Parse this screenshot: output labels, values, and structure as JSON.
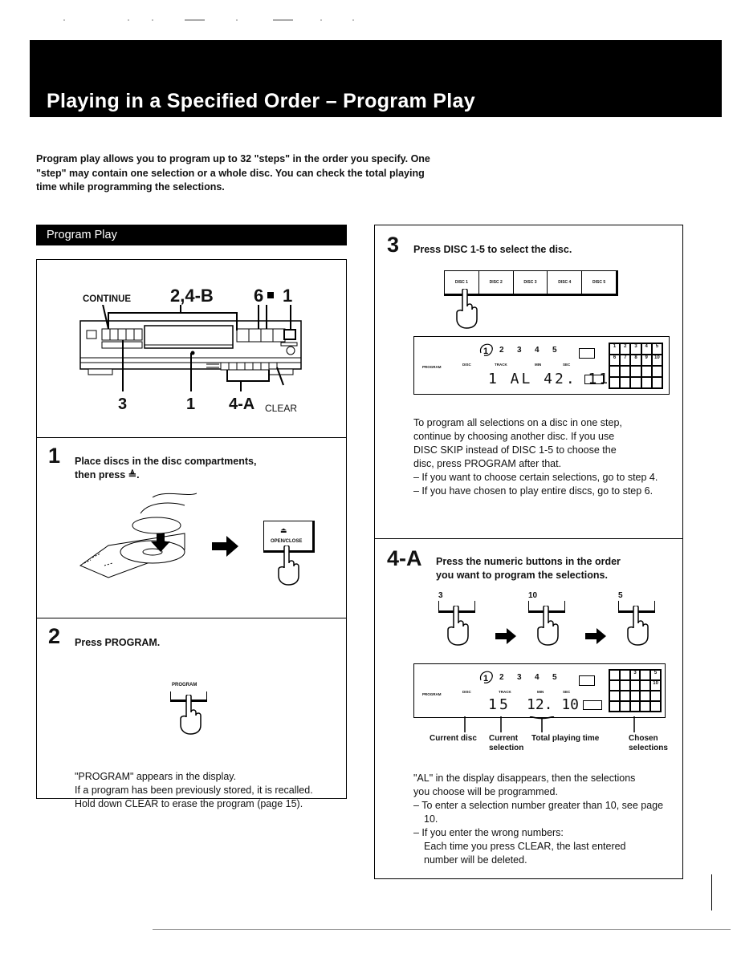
{
  "page": {
    "title": "Playing in a Specified Order – Program Play",
    "intro": [
      "Program play allows you to program up to 32 \"steps\" in the order you specify. One",
      "\"step\" may contain one selection or a whole disc. You can check the total playing",
      "time while programming the selections."
    ]
  },
  "section": {
    "title": "Program Play"
  },
  "player_figure": {
    "callouts": {
      "continue": "CONTINUE",
      "two_four_b": "2,4-B",
      "six": "6",
      "one_top": "1",
      "three": "3",
      "one_bottom": "1",
      "four_a": "4-A",
      "clear": "CLEAR"
    }
  },
  "step1": {
    "number": "1",
    "instruction_line1": "Place discs in the disc compartments,",
    "instruction_line2": "then press ≜.",
    "button_label": "OPEN/CLOSE"
  },
  "step2": {
    "number": "2",
    "instruction": "Press PROGRAM.",
    "button_label": "PROGRAM",
    "notes": [
      "\"PROGRAM\" appears in the display.",
      "If a program has been previously stored, it is recalled.",
      "Hold down CLEAR to erase the program (page 15)."
    ]
  },
  "step3": {
    "number": "3",
    "instruction": "Press DISC 1-5 to select the disc.",
    "disc_buttons": [
      "DISC 1",
      "DISC 2",
      "DISC 3",
      "DISC 4",
      "DISC 5"
    ],
    "display": {
      "disc_numbers": [
        "2",
        "3",
        "4",
        "5"
      ],
      "labels": [
        "PROGRAM",
        "DISC",
        "TRACK",
        "MIN",
        "SEC"
      ],
      "readout": "1 AL 42. 11",
      "grid": [
        "1",
        "2",
        "3",
        "4",
        "5",
        "6",
        "7",
        "8",
        "9",
        "10"
      ]
    },
    "notes": [
      "To program all selections on a disc in one step,",
      "continue by choosing another disc. If you use",
      "DISC SKIP instead of DISC 1-5 to choose the",
      "disc, press PROGRAM after that."
    ],
    "bullets": [
      "– If you want to choose certain selections, go to step 4.",
      "– If you have chosen to play entire discs, go to step 6."
    ]
  },
  "step4a": {
    "number": "4-A",
    "instruction_line1": "Press the numeric buttons in the order",
    "instruction_line2": "you want to program the selections.",
    "button_numbers": [
      "3",
      "10",
      "5"
    ],
    "display": {
      "disc_numbers": [
        "2",
        "3",
        "4",
        "5"
      ],
      "labels": [
        "PROGRAM",
        "DISC",
        "TRACK",
        "MIN",
        "SEC"
      ],
      "disc": "1",
      "track": "5",
      "time": "12. 10",
      "grid_marked": [
        "3",
        "5",
        "10"
      ]
    },
    "captions": {
      "current_disc": "Current disc",
      "current_selection_1": "Current",
      "current_selection_2": "selection",
      "total_time": "Total playing time",
      "chosen_1": "Chosen",
      "chosen_2": "selections"
    },
    "notes": [
      "\"AL\" in the display disappears, then the selections",
      "you choose will be programmed."
    ],
    "bullets": [
      "– To enter a selection number greater than 10, see page 10.",
      "– If you enter the wrong numbers:"
    ],
    "clear_note": [
      "Each time you press CLEAR, the last entered",
      "number will be deleted."
    ]
  }
}
